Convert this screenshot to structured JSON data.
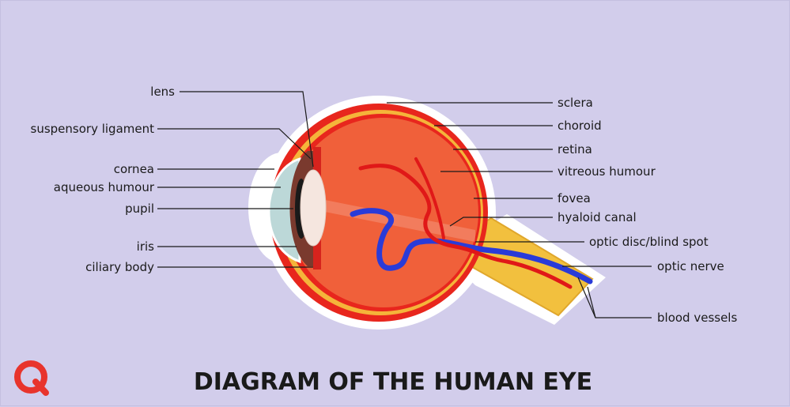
{
  "title": "DIAGRAM OF THE HUMAN EYE",
  "logo": {
    "letter": "Q",
    "color": "#e8342c"
  },
  "colors": {
    "background": "#d2cdeb",
    "outline": "#ffffff",
    "sclera": "#e8261d",
    "choroid": "#f5b43a",
    "vitreous": "#f0603a",
    "optic_nerve": "#f2c03e",
    "cornea": "#bcd8d8",
    "iris": "#7a3a2e",
    "lens": "#f5e6df",
    "vein": "#2a3bd8",
    "artery": "#e01818"
  },
  "labels": {
    "lens": "lens",
    "suspensory_ligament": "suspensory ligament",
    "cornea": "cornea",
    "aqueous_humour": "aqueous humour",
    "pupil": "pupil",
    "iris": "iris",
    "ciliary_body": "ciliary body",
    "sclera": "sclera",
    "choroid": "choroid",
    "retina": "retina",
    "vitreous_humour": "vitreous humour",
    "fovea": "fovea",
    "hyaloid_canal": "hyaloid canal",
    "optic_disc": "optic disc/blind spot",
    "optic_nerve": "optic nerve",
    "blood_vessels": "blood vessels"
  }
}
